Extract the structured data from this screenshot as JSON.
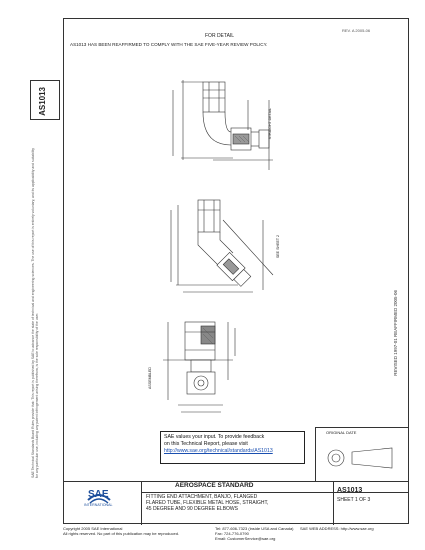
{
  "header": {
    "top_right_note": "REV. A  2005-06",
    "top_center": "FOR DETAIL",
    "notice": "AS1013 HAS BEEN REAFFIRMED TO COMPLY WITH THE SAE FIVE-YEAR REVIEW POLICY."
  },
  "side": {
    "doc_number": "AS1013",
    "left_vertical_text": "SAE Technical Standards Board Rules provide that: This report is published by SAE to advance the state of technical and engineering sciences. The use of this report is entirely voluntary, and its applicability and suitability for any particular use, including any patent infringement arising therefrom, is the sole responsibility of the user.",
    "right_vertical_text": "REVISED 1997-01   REAFFIRMED 2005-06"
  },
  "drawing": {
    "label_a": "STRAIGHT DETAIL",
    "label_b": "SEE SHEET 2",
    "label_c": "ASSEMBLED"
  },
  "feedback": {
    "line1": "SAE values your input. To provide feedback",
    "line2": "on this Technical Report, please visit",
    "link": "http://www.sae.org/technical/standards/AS1013"
  },
  "box": {
    "label": "ORIGINAL DATE"
  },
  "titleblock": {
    "logo_text": "SAE",
    "logo_sub": "INTERNATIONAL",
    "heading": "AEROSPACE STANDARD",
    "desc1": "FITTING END ATTACHMENT, BANJO, FLANGED",
    "desc2": "FLARED TUBE, FLEXIBLE METAL HOSE, STRAIGHT,",
    "desc3": "45 DEGREE AND 90 DEGREE ELBOWS",
    "doc_number": "AS1013",
    "sheet": "SHEET 1 OF 3"
  },
  "footer": {
    "copyright": "Copyright 2005 SAE International",
    "note": "All rights reserved. No part of this publication may be reproduced.",
    "tel": "Tel: 877-606-7323 (inside USA and Canada)",
    "fax": "Fax: 724-776-0790",
    "email": "Email: CustomerService@sae.org",
    "web": "SAE WEB ADDRESS: http://www.sae.org"
  }
}
